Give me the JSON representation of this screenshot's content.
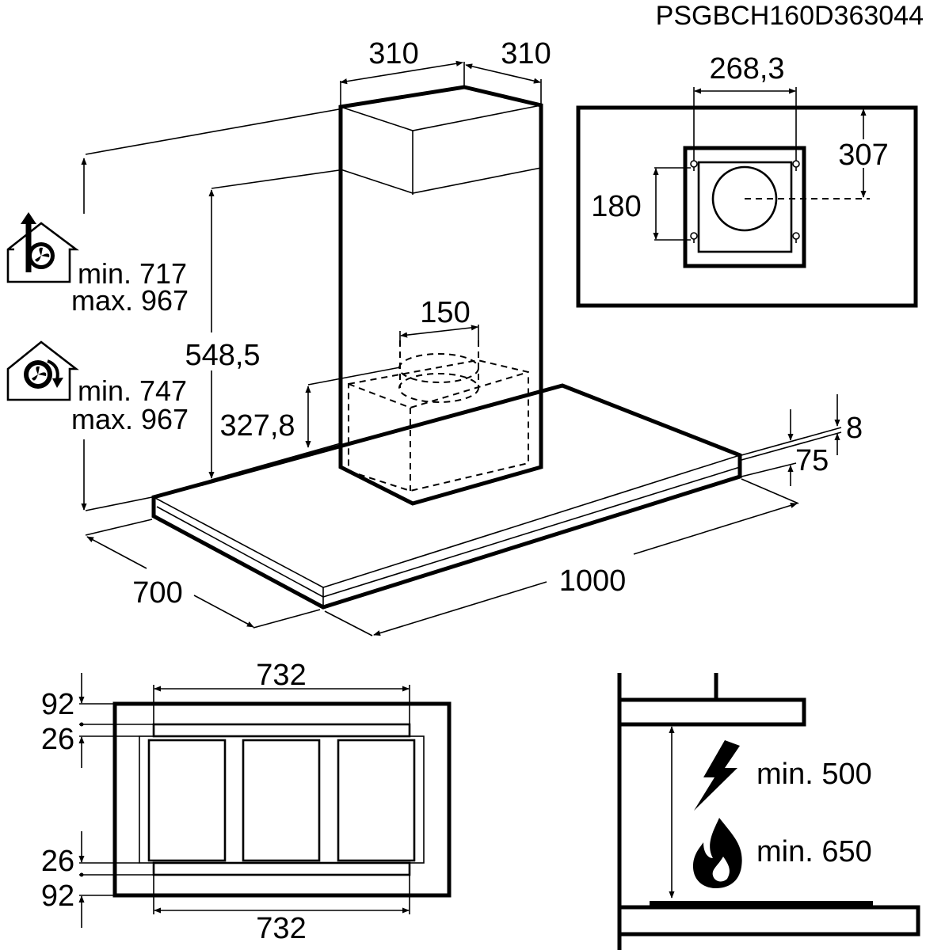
{
  "model_code": "PSGBCH160D363044",
  "main_view": {
    "chimney_width_left": "310",
    "chimney_width_right": "310",
    "height_548": "548,5",
    "height_327": "327,8",
    "outlet_diameter": "150",
    "canopy_depth": "700",
    "canopy_width": "1000",
    "edge_thickness": "8",
    "canopy_height": "75",
    "ducted": {
      "icon": "ducted-extraction-icon",
      "min": "min. 717",
      "max": "max. 967"
    },
    "recirculation": {
      "icon": "recirculation-icon",
      "min": "min. 747",
      "max": "max. 967"
    }
  },
  "ceiling_bracket": {
    "hole_spacing": "268,3",
    "offset": "307",
    "vertical_spacing": "180"
  },
  "filter_view": {
    "top_width": "732",
    "bottom_width": "732",
    "margin_top": "92",
    "gap_top": "26",
    "gap_bottom": "26",
    "margin_bottom": "92"
  },
  "clearance": {
    "electric": {
      "icon": "lightning-icon",
      "text": "min. 500"
    },
    "gas": {
      "icon": "flame-icon",
      "text": "min. 650"
    }
  }
}
